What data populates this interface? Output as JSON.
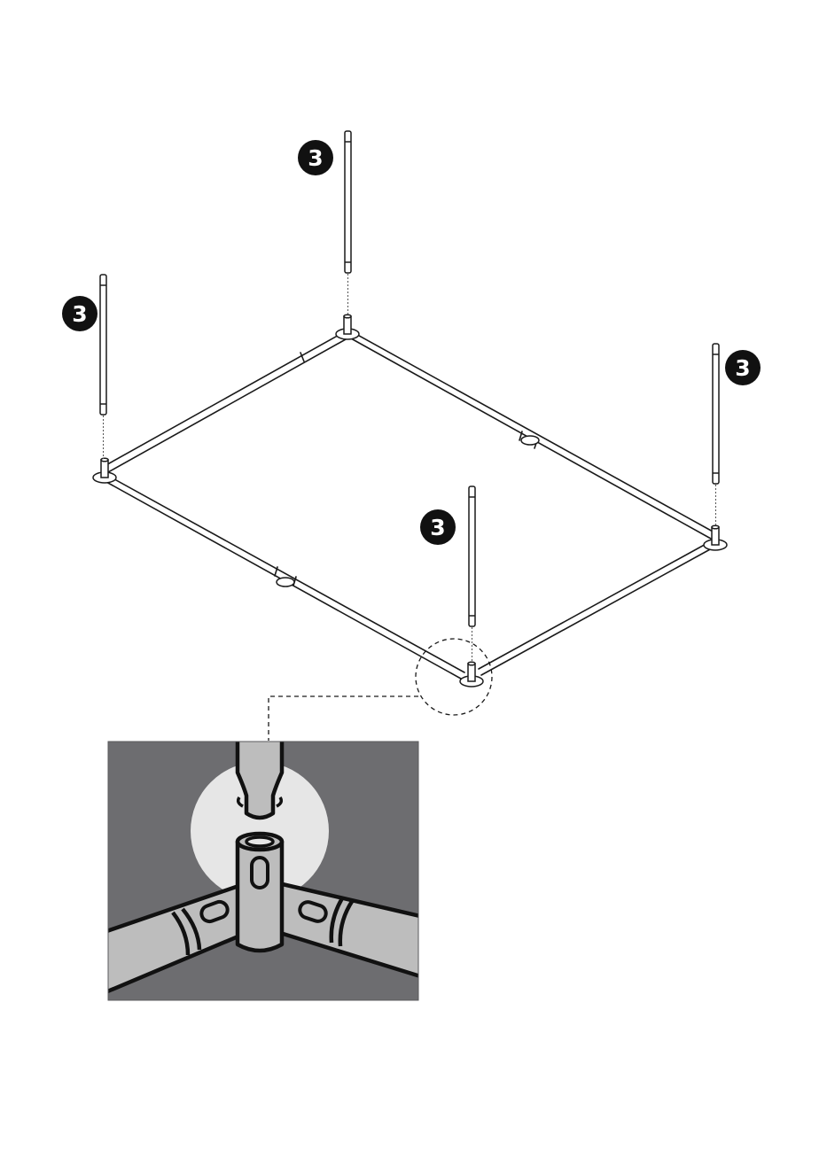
{
  "diagram": {
    "step_badges": [
      {
        "label": "3",
        "target": "back-pole"
      },
      {
        "label": "3",
        "target": "left-pole"
      },
      {
        "label": "3",
        "target": "right-pole"
      },
      {
        "label": "3",
        "target": "front-pole"
      }
    ],
    "colors": {
      "line": "#1a1a1a",
      "badge": "#111111",
      "detail_background": "#6d6d70",
      "detail_highlight": "#e6e6e6",
      "tube_fill": "#bdbdbd"
    }
  }
}
